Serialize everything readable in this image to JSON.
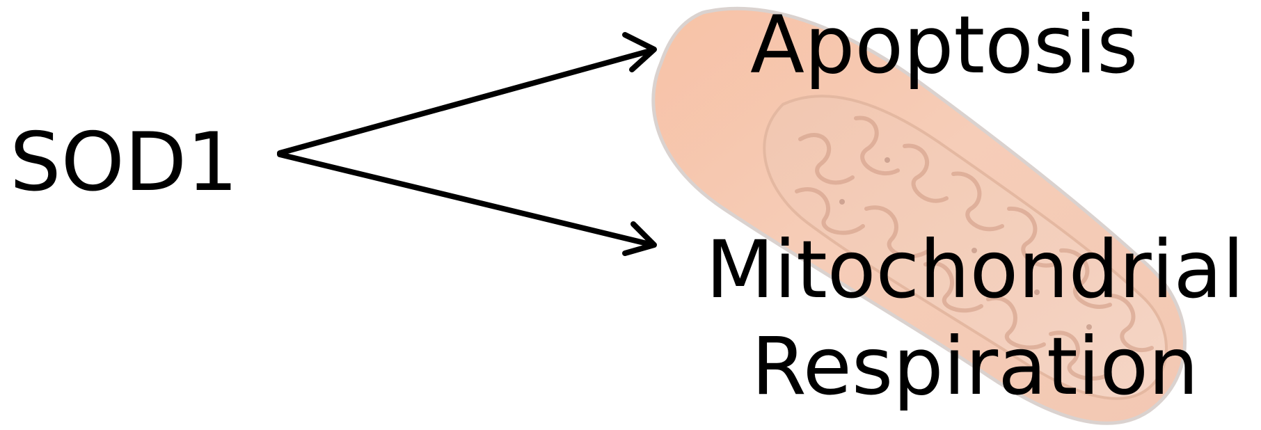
{
  "diagram": {
    "source": "SOD1",
    "targets": {
      "apoptosis": "Apoptosis",
      "respiration_line1": "Mitochondrial",
      "respiration_line2": "Respiration"
    },
    "edges": [
      {
        "from": "SOD1",
        "to": "Apoptosis"
      },
      {
        "from": "SOD1",
        "to": "Mitochondrial Respiration"
      }
    ],
    "background_picture": "mitochondrion",
    "colors": {
      "text": "#000000",
      "arrow": "#000000",
      "organelle_body": "#f6c2a8",
      "organelle_inner": "#f0b79b",
      "organelle_cristae": "#d99c82"
    }
  }
}
